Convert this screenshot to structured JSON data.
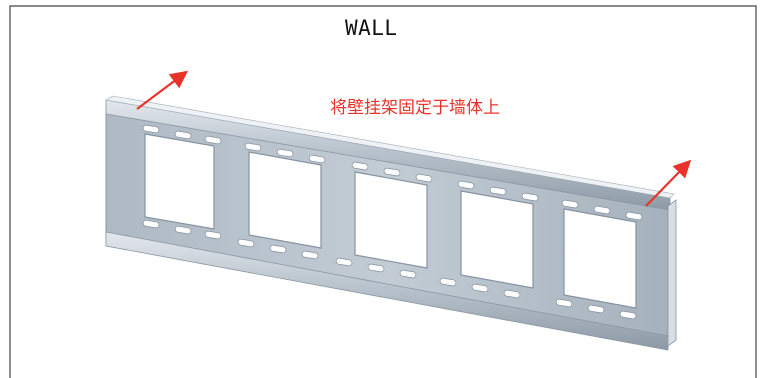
{
  "diagram": {
    "wall_label": "WALL",
    "instruction": "将壁挂架固定于墙体上",
    "colors": {
      "annotation": "#e8332a",
      "bracket_light": "#c9d2db",
      "bracket_mid": "#a7b3be",
      "bracket_dark": "#7f8c98",
      "border": "#444444"
    },
    "bracket": {
      "window_count": 5
    }
  }
}
